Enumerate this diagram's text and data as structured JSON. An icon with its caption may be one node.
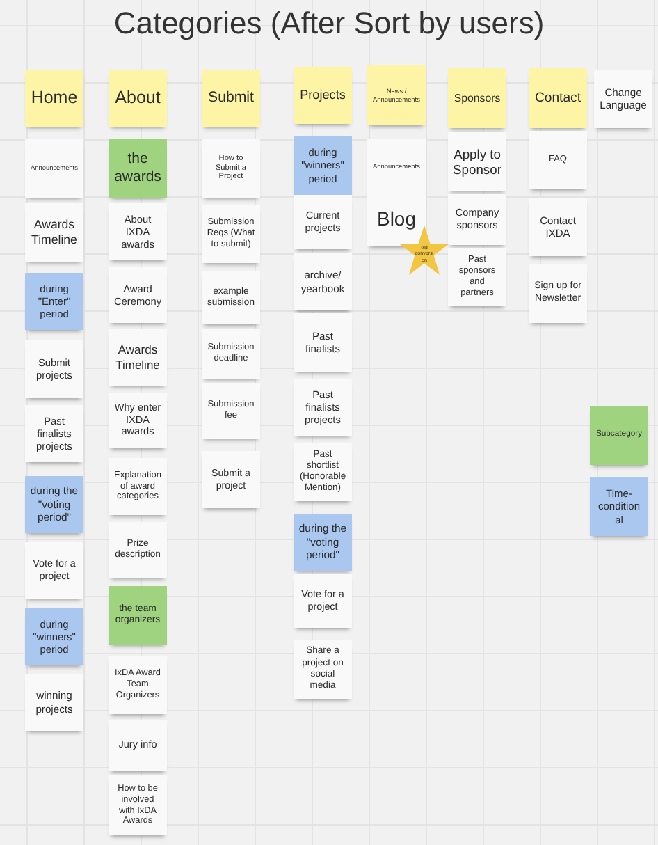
{
  "diagram": {
    "title": "Categories (After Sort by users)",
    "nodes": [
      {
        "text": [
          "Home"
        ]
      },
      {
        "text": [
          "Announcements"
        ]
      },
      {
        "text": [
          "Awards Timeline"
        ]
      },
      {
        "text": [
          "during \"Enter\" period"
        ]
      },
      {
        "text": [
          "Submit projects"
        ]
      },
      {
        "text": [
          "Past finalists projects"
        ]
      },
      {
        "text": [
          "during the \"voting period\""
        ]
      },
      {
        "text": [
          "Vote for a project"
        ]
      },
      {
        "text": [
          "during \"winners\" period"
        ]
      },
      {
        "text": [
          "winning projects"
        ]
      },
      {
        "text": [
          "About"
        ]
      },
      {
        "text": [
          "the awards"
        ]
      },
      {
        "text": [
          "About IXDA awards"
        ]
      },
      {
        "text": [
          "Award Ceremony"
        ]
      },
      {
        "text": [
          "Awards Timeline"
        ]
      },
      {
        "text": [
          "Why enter IXDA awards"
        ]
      },
      {
        "text": [
          "Explanation of award categories"
        ]
      },
      {
        "text": [
          "Prize description"
        ]
      },
      {
        "text": [
          "the team organizers"
        ]
      },
      {
        "text": [
          "IxDA Award Team Organizers"
        ]
      },
      {
        "text": [
          "Jury info"
        ]
      },
      {
        "text": [
          "How to be involved with IxDA Awards"
        ]
      },
      {
        "text": [
          "Submit"
        ]
      },
      {
        "text": [
          "How to Submit a Project"
        ]
      },
      {
        "text": [
          "Submission Reqs (What to submit)"
        ]
      },
      {
        "text": [
          "example submission"
        ]
      },
      {
        "text": [
          "Submission deadline"
        ]
      },
      {
        "text": [
          "Submission fee"
        ]
      },
      {
        "text": [
          "Submit a project"
        ]
      },
      {
        "text": [
          "Projects"
        ]
      },
      {
        "text": [
          "during \"winners\" period"
        ]
      },
      {
        "text": [
          "Current projects"
        ]
      },
      {
        "text": [
          "archive/ yearbook"
        ]
      },
      {
        "text": [
          "Past finalists"
        ]
      },
      {
        "text": [
          "Past finalists projects"
        ]
      },
      {
        "text": [
          "Past shortlist (Honorable Mention)"
        ]
      },
      {
        "text": [
          "during the \"voting period\""
        ]
      },
      {
        "text": [
          "Vote for a project"
        ]
      },
      {
        "text": [
          "Share a project on social media"
        ]
      },
      {
        "text": [
          "News / Announcements"
        ]
      },
      {
        "text": [
          "Announcements"
        ]
      },
      {
        "text": [
          "Blog"
        ]
      },
      {
        "text": [
          "old conversion"
        ]
      },
      {
        "text": [
          "Sponsors"
        ]
      },
      {
        "text": [
          "Apply to Sponsor"
        ]
      },
      {
        "text": [
          "Company sponsors"
        ]
      },
      {
        "text": [
          "Past sponsors and partners"
        ]
      },
      {
        "text": [
          "Contact"
        ]
      },
      {
        "text": [
          "FAQ"
        ]
      },
      {
        "text": [
          "Contact IXDA"
        ]
      },
      {
        "text": [
          "Sign up for Newsletter"
        ]
      },
      {
        "text": [
          "Change Language"
        ]
      }
    ],
    "legend": [
      {
        "text": "Subcategory",
        "color": "#9fd37f"
      },
      {
        "text": "Time-conditional",
        "color": "#a9c7ef"
      }
    ]
  }
}
